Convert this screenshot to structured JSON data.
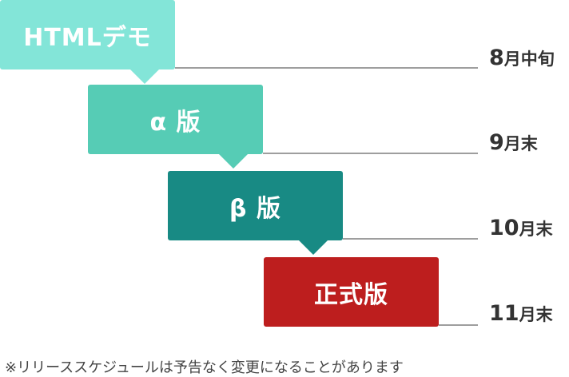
{
  "colors": {
    "stage1": "#83e5d8",
    "stage2": "#56ccb5",
    "stage3": "#188a84",
    "stage4": "#bd1e1e",
    "line": "#9e9e9e",
    "date_text": "#333333"
  },
  "stages": [
    {
      "label": "HTMLデモ",
      "date_num": "8",
      "date_unit": "月中旬"
    },
    {
      "label": "α 版",
      "date_num": "9",
      "date_unit": "月末"
    },
    {
      "label": "β 版",
      "date_num": "10",
      "date_unit": "月末"
    },
    {
      "label": "正式版",
      "date_num": "11",
      "date_unit": "月末"
    }
  ],
  "note": "※リリーススケジュールは予告なく変更になることがあります"
}
